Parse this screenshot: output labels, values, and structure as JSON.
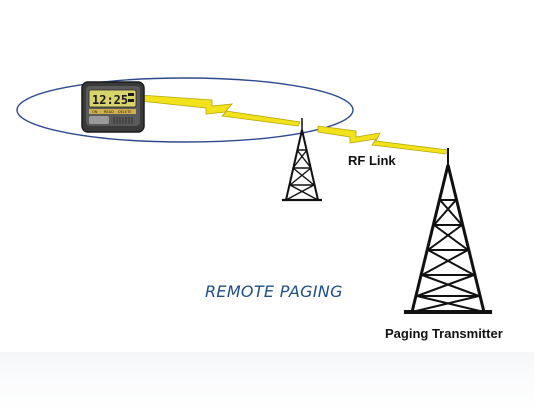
{
  "diagram": {
    "caption": "REMOTE PAGING",
    "rf_link_label": "RF Link",
    "transmitter_label": "Paging Transmitter",
    "pager": {
      "display": "12:25",
      "button_labels": [
        "ON",
        "READ",
        "DELETE"
      ]
    },
    "colors": {
      "coverage_ellipse": "#2e4a8f",
      "lightning_fill": "#f2e21b",
      "tower": "#111111",
      "caption": "#1f4e8c"
    }
  }
}
